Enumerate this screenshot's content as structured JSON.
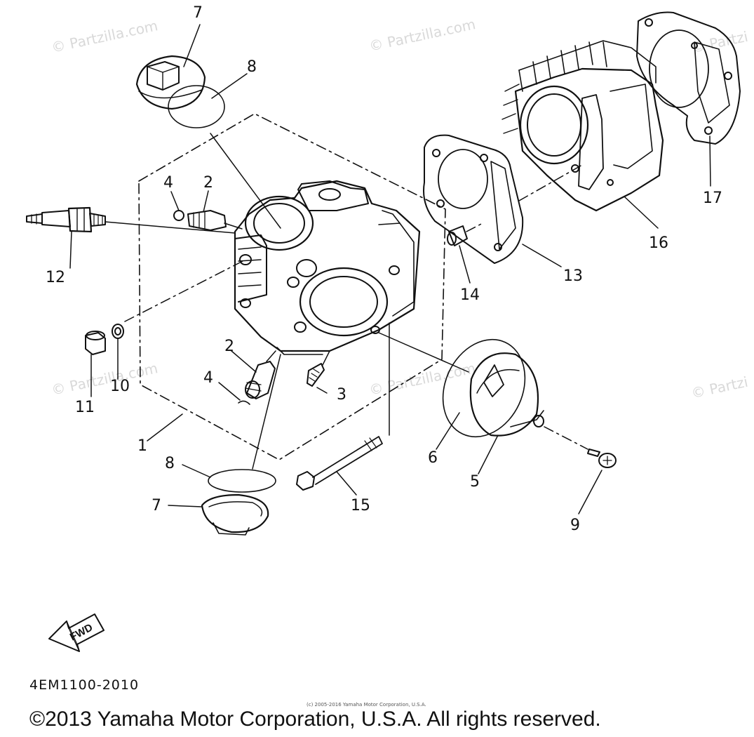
{
  "watermark": "© Partzilla.com",
  "watermark_cut": "© Partzi",
  "callouts": {
    "c1": "1",
    "c2a": "2",
    "c2b": "2",
    "c3": "3",
    "c4a": "4",
    "c4b": "4",
    "c5": "5",
    "c6": "6",
    "c7a": "7",
    "c7b": "7",
    "c8a": "8",
    "c8b": "8",
    "c9": "9",
    "c10": "10",
    "c11": "11",
    "c12": "12",
    "c13": "13",
    "c14": "14",
    "c15": "15",
    "c16": "16",
    "c17": "17"
  },
  "fwd_label": "FWD",
  "doc_code": "4EM1100-2010",
  "small_copyright": "(c) 2005-2016 Yamaha Motor Corporation, U.S.A.",
  "copyright": "©2013 Yamaha Motor Corporation, U.S.A. All rights reserved."
}
